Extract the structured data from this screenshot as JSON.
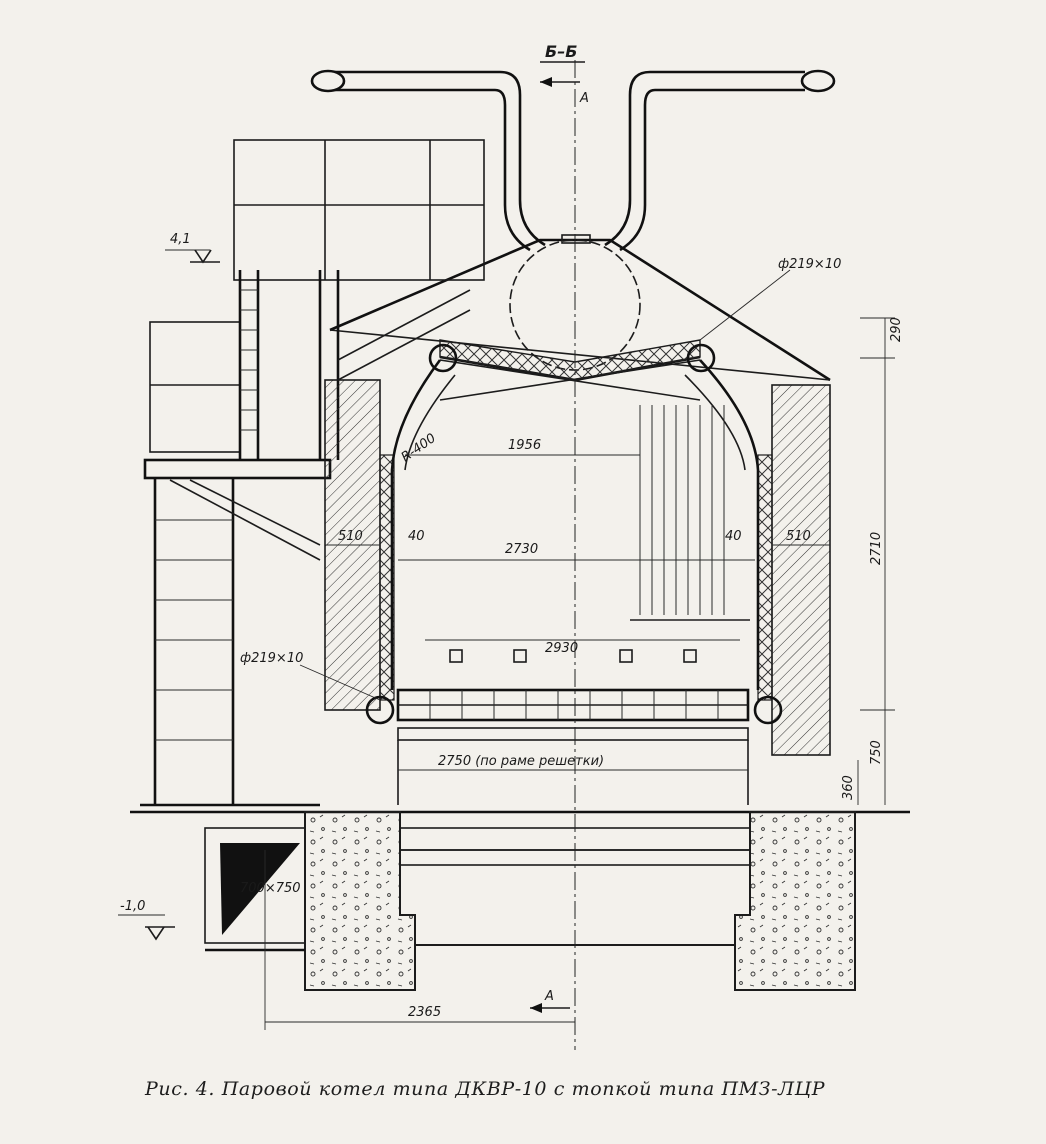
{
  "section_label": "Б–Б",
  "cut_marker_top": "А",
  "cut_marker_bottom": "А",
  "level_top": "4,1",
  "level_bottom": "-1,0",
  "pipe_top": "ф219×10",
  "pipe_left": "ф219×10",
  "radius_label": "R-400",
  "dim_1956": "1956",
  "dim_2730": "2730",
  "dim_2930": "2930",
  "dim_510_left": "510",
  "dim_510_right": "510",
  "dim_40_left": "40",
  "dim_40_right": "40",
  "dim_grate": "2750 (по раме решетки)",
  "dim_duct": "700×750",
  "dim_2365": "2365",
  "dim_290": "290",
  "dim_2710": "2710",
  "dim_750": "750",
  "dim_360": "360",
  "caption": "Рис. 4. Паровой котел типа ДКВР-10 с топкой типа ПМЗ-ЛЦР"
}
